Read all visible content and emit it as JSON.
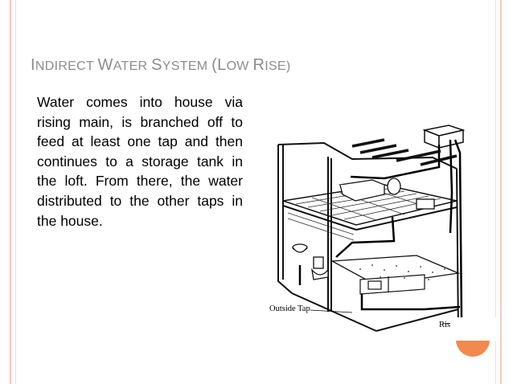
{
  "slide": {
    "title_caps": [
      "I",
      "W",
      "S",
      "(L",
      "R"
    ],
    "title_parts": [
      "NDIRECT ",
      "ATER ",
      "YSTEM ",
      "OW ",
      "ISE)"
    ],
    "body": "Water comes into house via rising main, is branched off to feed at least one tap and then continues to a storage tank in the loft. From there, the water distributed to the other taps in the house."
  },
  "figure": {
    "label_outside_tap": "Outside Tap",
    "label_rising_main": "Rising Main"
  },
  "theme": {
    "accent": "#f28a4f",
    "border": "#f2cdbf",
    "title_color": "#8c8c8c"
  }
}
